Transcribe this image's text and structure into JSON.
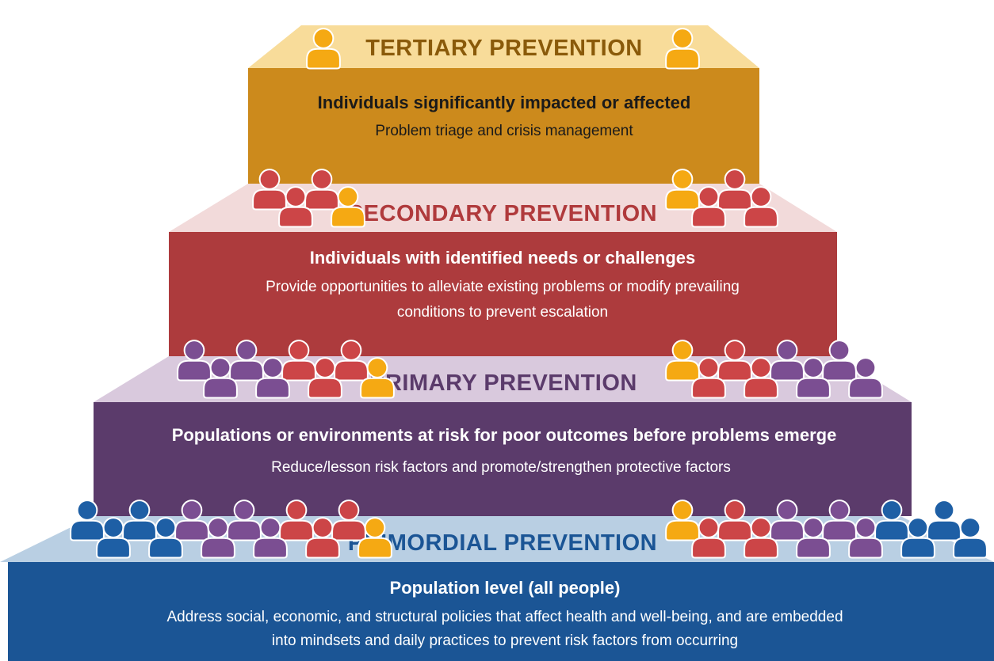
{
  "colors": {
    "tertiary_box": "#cc8a1c",
    "tertiary_ledge": "#f8dc9a",
    "tertiary_label": "#8a5a0a",
    "secondary_box": "#ad3b3d",
    "secondary_ledge": "#f2dada",
    "secondary_label": "#b03a3c",
    "primary_box": "#5b3b6b",
    "primary_ledge": "#d9c9dd",
    "primary_label": "#5b3b6b",
    "primordial_box": "#1b5595",
    "primordial_ledge": "#b9cfe3",
    "primordial_label": "#1b5595",
    "person_yellow": "#f5a913",
    "person_red": "#cc4547",
    "person_purple": "#7b4e92",
    "person_blue": "#1e5fa5",
    "headline_dark": "#1a1a1a",
    "text_light": "#ffffff"
  },
  "tiers": {
    "tertiary": {
      "label": "TERTIARY PREVENTION",
      "headline": "Individuals significantly impacted or affected",
      "description": [
        "Problem triage and crisis management"
      ]
    },
    "secondary": {
      "label": "SECONDARY PREVENTION",
      "headline": "Individuals with identified needs or challenges",
      "description": [
        "Provide opportunities to alleviate existing problems or modify prevailing",
        "conditions to prevent escalation"
      ]
    },
    "primary": {
      "label": "PRIMARY PREVENTION",
      "headline": "Populations or environments at risk for poor outcomes before problems emerge",
      "description": [
        "Reduce/lesson risk factors and promote/strengthen protective factors"
      ]
    },
    "primordial": {
      "label": "PRIMORDIAL PREVENTION",
      "headline": "Population level (all people)",
      "description": [
        "Address social, economic, and structural policies that affect health and well-being, and are embedded",
        "into mindsets and daily practices to prevent risk factors from occurring"
      ]
    }
  },
  "people_groups": {
    "tertiary_left": [
      "yellow"
    ],
    "tertiary_right": [
      "yellow"
    ],
    "secondary_left": [
      "red",
      "red",
      "red",
      "yellow"
    ],
    "secondary_right": [
      "yellow",
      "red",
      "red",
      "red"
    ],
    "primary_left": [
      "purple",
      "purple",
      "purple",
      "purple",
      "red",
      "red",
      "red",
      "yellow"
    ],
    "primary_right": [
      "yellow",
      "red",
      "red",
      "red",
      "purple",
      "purple",
      "purple",
      "purple"
    ],
    "primordial_left": [
      "blue",
      "blue",
      "blue",
      "blue",
      "purple",
      "purple",
      "purple",
      "purple",
      "red",
      "red",
      "red",
      "yellow"
    ],
    "primordial_right": [
      "yellow",
      "red",
      "red",
      "red",
      "purple",
      "purple",
      "purple",
      "purple",
      "blue",
      "blue",
      "blue",
      "blue"
    ]
  }
}
